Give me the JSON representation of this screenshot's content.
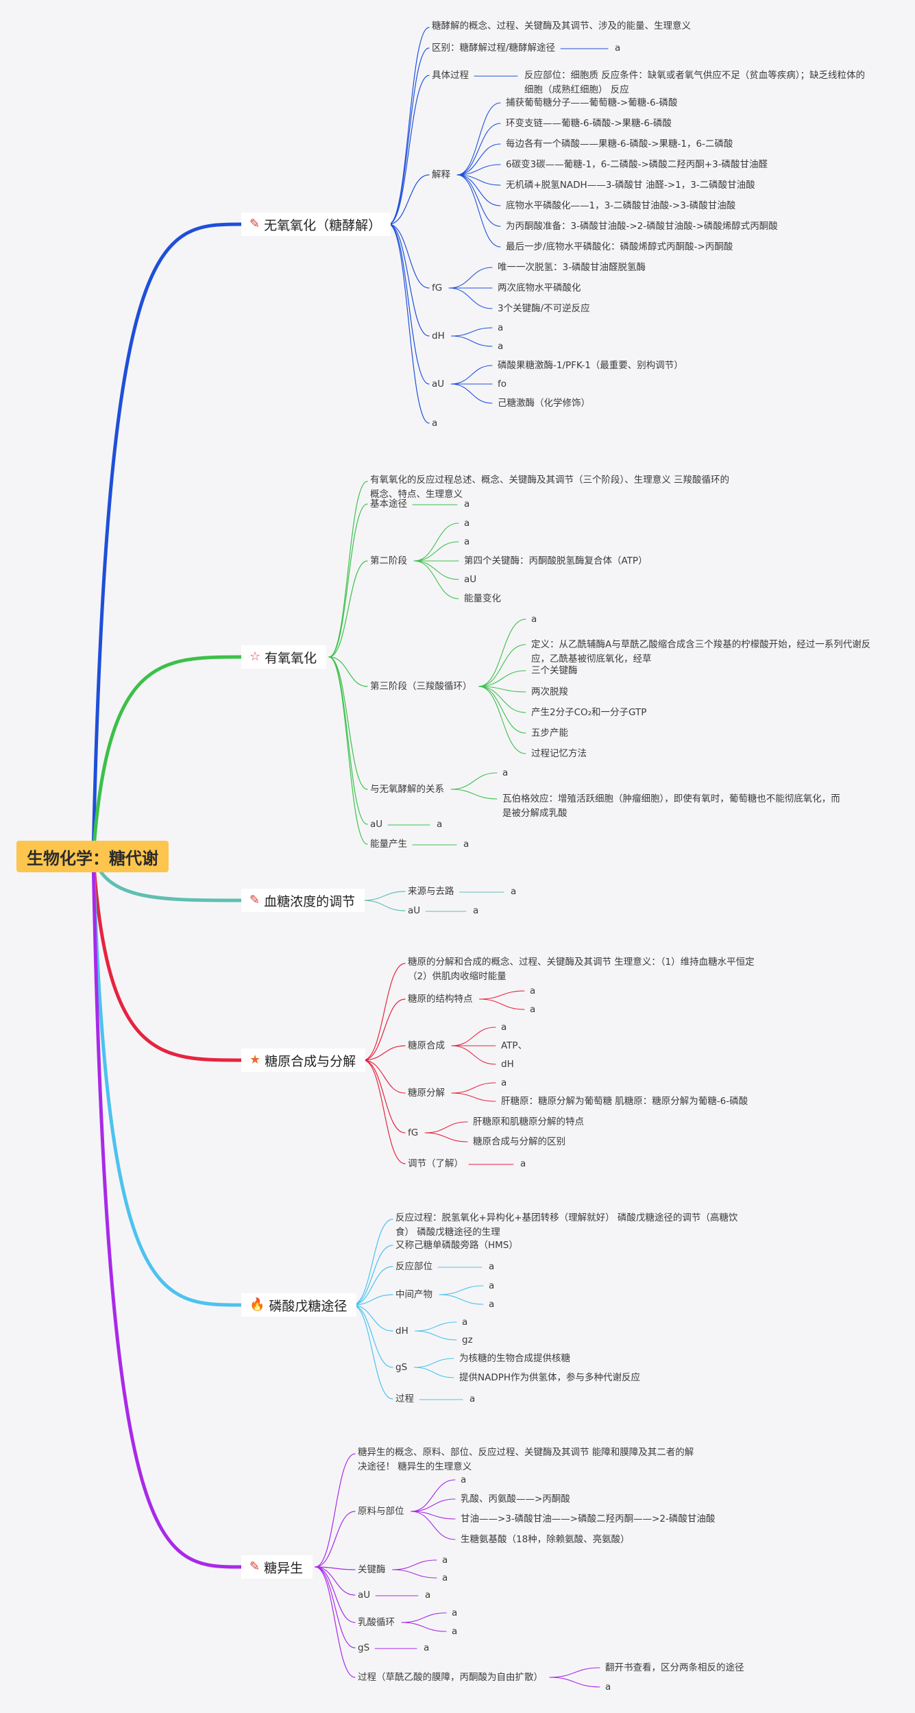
{
  "root": {
    "label": "生物化学：糖代谢"
  },
  "colors": {
    "s1": "#1e4fd8",
    "s2": "#3cc04a",
    "s3": "#5fbfb2",
    "s4": "#e5243f",
    "s5": "#4cc2ef",
    "s6": "#a929e8"
  },
  "sections": [
    {
      "label": "无氧氧化（糖酵解）",
      "icon": "pencil-icon",
      "glyph": "✎",
      "children": [
        {
          "label": "糖酵解的概念、过程、关键酶及其调节、涉及的能量、生理意义"
        },
        {
          "label": "区别：糖酵解过程/糖酵解途径",
          "children": [
            {
              "label": "a"
            }
          ]
        },
        {
          "label": "具体过程",
          "children": [
            {
              "label": "反应部位：细胞质 反应条件：缺氧或者氧气供应不足（贫血等疾病）；缺乏线粒体的细胞（成熟红细胞） 反应"
            }
          ]
        },
        {
          "label": "解释",
          "children": [
            {
              "label": "捕获葡萄糖分子——葡萄糖->葡糖-6-磷酸"
            },
            {
              "label": "环变支链——葡糖-6-磷酸->果糖-6-磷酸"
            },
            {
              "label": "每边各有一个磷酸——果糖-6-磷酸->果糖-1，6-二磷酸"
            },
            {
              "label": "6碳变3碳——葡糖-1，6-二磷酸->磷酸二羟丙酮+3-磷酸甘油醛"
            },
            {
              "label": "无机磷+脱氢NADH——3-磷酸甘 油醛->1，3-二磷酸甘油酸"
            },
            {
              "label": "底物水平磷酸化——1，3-二磷酸甘油酸->3-磷酸甘油酸"
            },
            {
              "label": "为丙酮酸准备：3-磷酸甘油酸->2-磷酸甘油酸->磷酸烯醇式丙酮酸"
            },
            {
              "label": "最后一步/底物水平磷酸化：磷酸烯醇式丙酮酸->丙酮酸"
            }
          ]
        },
        {
          "label": "fG",
          "children": [
            {
              "label": "唯一一次脱氢：3-磷酸甘油醛脱氢酶"
            },
            {
              "label": "两次底物水平磷酸化"
            },
            {
              "label": "3个关键酶/不可逆反应"
            }
          ]
        },
        {
          "label": "dH",
          "children": [
            {
              "label": "a"
            },
            {
              "label": "a"
            }
          ]
        },
        {
          "label": "aU",
          "children": [
            {
              "label": "磷酸果糖激酶-1/PFK-1（最重要、别构调节）"
            },
            {
              "label": "fo"
            },
            {
              "label": "己糖激酶（化学修饰）"
            }
          ]
        },
        {
          "label": "a"
        }
      ]
    },
    {
      "label": "有氧氧化",
      "icon": "star-outline-icon",
      "glyph": "☆",
      "children": [
        {
          "label": "有氧氧化的反应过程总述、概念、关键酶及其调节（三个阶段）、生理意义 三羧酸循环的概念、特点、生理意义"
        },
        {
          "label": "基本途径",
          "children": [
            {
              "label": "a"
            }
          ]
        },
        {
          "label": "第二阶段",
          "children": [
            {
              "label": "a"
            },
            {
              "label": "a"
            },
            {
              "label": "第四个关键酶：丙酮酸脱氢酶复合体（ATP）"
            },
            {
              "label": "aU"
            },
            {
              "label": "能量变化"
            }
          ]
        },
        {
          "label": "第三阶段（三羧酸循环）",
          "children": [
            {
              "label": "a"
            },
            {
              "label": "定义：从乙酰辅酶A与草酰乙酸缩合成含三个羧基的柠檬酸开始，经过一系列代谢反应，乙酰基被彻底氧化，经草"
            },
            {
              "label": "三个关键酶"
            },
            {
              "label": "两次脱羧"
            },
            {
              "label": "产生2分子CO₂和一分子GTP"
            },
            {
              "label": "五步产能"
            },
            {
              "label": "过程记忆方法"
            }
          ]
        },
        {
          "label": "与无氧酵解的关系",
          "children": [
            {
              "label": "a"
            },
            {
              "label": "瓦伯格效应：增殖活跃细胞（肿瘤细胞），即使有氧时，葡萄糖也不能彻底氧化，而是被分解成乳酸"
            }
          ]
        },
        {
          "label": "aU",
          "children": [
            {
              "label": "a"
            }
          ]
        },
        {
          "label": "能量产生",
          "children": [
            {
              "label": "a"
            }
          ]
        }
      ]
    },
    {
      "label": "血糖浓度的调节",
      "icon": "pencil-icon",
      "glyph": "✎",
      "children": [
        {
          "label": "来源与去路",
          "children": [
            {
              "label": "a"
            }
          ]
        },
        {
          "label": "aU",
          "children": [
            {
              "label": "a"
            }
          ]
        }
      ]
    },
    {
      "label": "糖原合成与分解",
      "icon": "star-filled-icon",
      "glyph": "★",
      "children": [
        {
          "label": "糖原的分解和合成的概念、过程、关键酶及其调节 生理意义：（1）维持血糖水平恒定（2）供肌肉收缩时能量"
        },
        {
          "label": "糖原的结构特点",
          "children": [
            {
              "label": "a"
            },
            {
              "label": "a"
            }
          ]
        },
        {
          "label": "糖原合成",
          "children": [
            {
              "label": "a"
            },
            {
              "label": "ATP、"
            },
            {
              "label": "dH"
            }
          ]
        },
        {
          "label": "糖原分解",
          "children": [
            {
              "label": "a"
            },
            {
              "label": "肝糖原：糖原分解为葡萄糖 肌糖原：糖原分解为葡糖-6-磷酸"
            }
          ]
        },
        {
          "label": "fG",
          "children": [
            {
              "label": "肝糖原和肌糖原分解的特点"
            },
            {
              "label": "糖原合成与分解的区别"
            }
          ]
        },
        {
          "label": "调节（了解）",
          "children": [
            {
              "label": "a"
            }
          ]
        }
      ]
    },
    {
      "label": "磷酸戊糖途径",
      "icon": "fire-icon",
      "glyph": "🔥",
      "children": [
        {
          "label": "反应过程：脱氢氧化+异构化+基团转移（理解就好） 磷酸戊糖途径的调节（高糖饮食） 磷酸戊糖途径的生理"
        },
        {
          "label": "又称己糖单磷酸旁路（HMS）"
        },
        {
          "label": "反应部位",
          "children": [
            {
              "label": "a"
            }
          ]
        },
        {
          "label": "中间产物",
          "children": [
            {
              "label": "a"
            },
            {
              "label": "a"
            }
          ]
        },
        {
          "label": "dH",
          "children": [
            {
              "label": "a"
            },
            {
              "label": "gz"
            }
          ]
        },
        {
          "label": "gS",
          "children": [
            {
              "label": "为核糖的生物合成提供核糖"
            },
            {
              "label": "提供NADPH作为供氢体，参与多种代谢反应"
            }
          ]
        },
        {
          "label": "过程",
          "children": [
            {
              "label": "a"
            }
          ]
        }
      ]
    },
    {
      "label": "糖异生",
      "icon": "pencil-icon",
      "glyph": "✎",
      "children": [
        {
          "label": "糖异生的概念、原料、部位、反应过程、关键酶及其调节 能障和膜障及其二者的解决途径！ 糖异生的生理意义"
        },
        {
          "label": "原料与部位",
          "children": [
            {
              "label": "a"
            },
            {
              "label": "乳酸、丙氨酸——>丙酮酸"
            },
            {
              "label": "甘油——>3-磷酸甘油——>磷酸二羟丙酮——>2-磷酸甘油酸"
            },
            {
              "label": "生糖氨基酸（18种，除赖氨酸、亮氨酸）"
            }
          ]
        },
        {
          "label": "关键酶",
          "children": [
            {
              "label": "a"
            },
            {
              "label": "a"
            }
          ]
        },
        {
          "label": "aU",
          "children": [
            {
              "label": "a"
            }
          ]
        },
        {
          "label": "乳酸循环",
          "children": [
            {
              "label": "a"
            },
            {
              "label": "a"
            }
          ]
        },
        {
          "label": "gS",
          "children": [
            {
              "label": "a"
            }
          ]
        },
        {
          "label": "过程（草酰乙酸的膜障，丙酮酸为自由扩散）",
          "children": [
            {
              "label": "翻开书查看，区分两条相反的途径"
            },
            {
              "label": "a"
            }
          ]
        }
      ]
    }
  ]
}
